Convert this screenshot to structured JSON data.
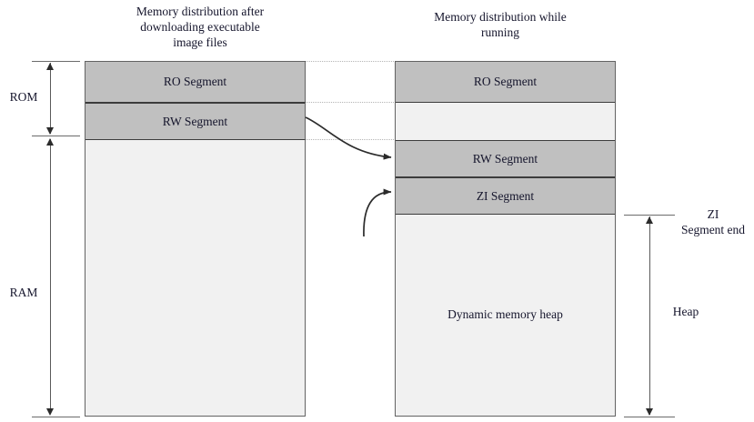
{
  "diagram": {
    "titles": {
      "left": "Memory distribution after\ndownloading executable\nimage files",
      "right": "Memory distribution while\nrunning"
    },
    "left_column": {
      "segments": [
        {
          "label": "RO Segment",
          "fill": "#c0c0c0"
        },
        {
          "label": "RW Segment",
          "fill": "#c0c0c0"
        },
        {
          "label": "",
          "fill": "#f1f1f1"
        }
      ]
    },
    "right_column": {
      "segments": [
        {
          "label": "RO Segment",
          "fill": "#c0c0c0"
        },
        {
          "label": "",
          "fill": "#f1f1f1"
        },
        {
          "label": "RW Segment",
          "fill": "#c0c0c0"
        },
        {
          "label": "ZI Segment",
          "fill": "#c0c0c0"
        },
        {
          "label": "Dynamic memory heap",
          "fill": "#f1f1f1"
        }
      ]
    },
    "left_dimensions": [
      {
        "label": "ROM"
      },
      {
        "label": "RAM"
      }
    ],
    "right_annotations": {
      "zi_segment_end": "ZI\nSegment end",
      "heap": "Heap"
    },
    "colors": {
      "segment_fill": "#c0c0c0",
      "free_fill": "#f1f1f1",
      "box_border": "#636363",
      "segment_border": "#3c3c3c",
      "guide_line": "#b4b4b4",
      "arrow": "#2b2b2b",
      "text": "#15152c"
    }
  }
}
